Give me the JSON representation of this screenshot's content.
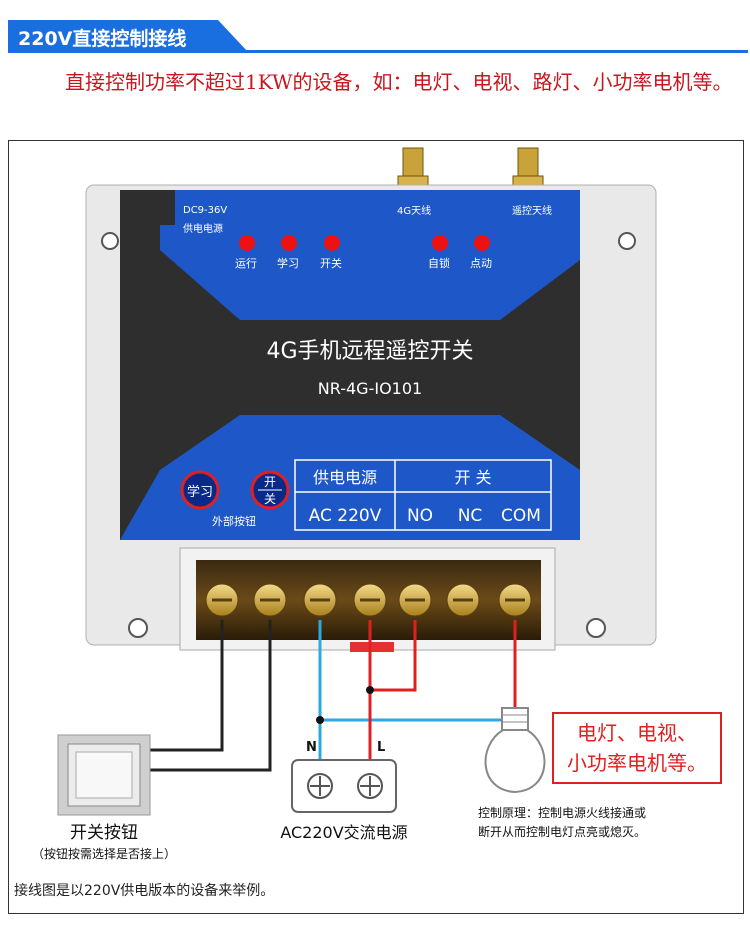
{
  "header": {
    "title": "220V直接控制接线"
  },
  "intro": {
    "text": "直接控制功率不超过1KW的设备，如：电灯、电视、路灯、小功率电机等。"
  },
  "device": {
    "power_range": "DC9-36V",
    "power_label": "供电电源",
    "antenna_4g": "4G天线",
    "antenna_remote": "遥控天线",
    "leds_left": [
      "运行",
      "学习",
      "开关"
    ],
    "leds_right": [
      "自锁",
      "点动"
    ],
    "title": "4G手机远程遥控开关",
    "model": "NR-4G-IO101",
    "btn_learn": "学习",
    "btn_switch_top": "开",
    "btn_switch_bottom": "关",
    "ext_buttons": "外部按钮",
    "table_power_header": "供电电源",
    "table_switch_header": "开 关",
    "table_power_value": "AC 220V",
    "table_terminals": [
      "NO",
      "NC",
      "COM"
    ],
    "colors": {
      "body_dark": "#2e2e2e",
      "panel_blue": "#1e58c8",
      "led_red": "#ee1111"
    }
  },
  "wiring": {
    "switch_label": "开关按钮",
    "switch_note": "（按钮按需选择是否接上）",
    "ac_label": "AC220V交流电源",
    "n_label": "N",
    "l_label": "L",
    "principle_line1": "控制原理：控制电源火线接通或",
    "principle_line2": "断开从而控制电灯点亮或熄灭。",
    "load_line1": "电灯、电视、",
    "load_line2": "小功率电机等。",
    "colors": {
      "neutral_wire": "#2ea8e0",
      "live_wire": "#e02020",
      "switch_wire": "#222222"
    }
  },
  "footnote": "接线图是以220V供电版本的设备来举例。"
}
